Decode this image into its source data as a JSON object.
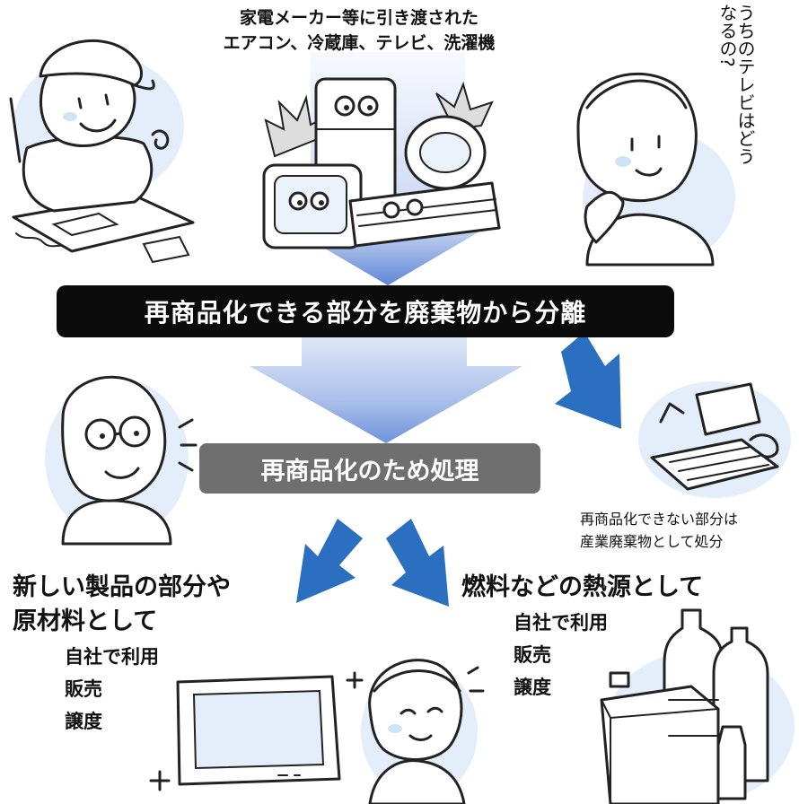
{
  "top_caption": {
    "line1": "家電メーカー等に引き渡された",
    "line2": "エアコン、冷蔵庫、テレビ、洗濯機"
  },
  "speech_bubble": {
    "line1": "うちのテレビは",
    "line2": "どうなるの?"
  },
  "banner_separate": "再商品化できる部分を廃棄物から分離",
  "process_box": "再商品化のため処理",
  "non_recyclable": {
    "line1": "再商品化できない部分は",
    "line2": "産業廃棄物として処分"
  },
  "branch_left": {
    "heading_line1": "新しい製品の部分や",
    "heading_line2": "原材料として",
    "items": [
      "自社で利用",
      "販売",
      "譲度"
    ]
  },
  "branch_right": {
    "heading": "燃料などの熱源として",
    "items": [
      "自社で利用",
      "販売",
      "譲度"
    ]
  },
  "colors": {
    "banner_bg": "#0b0b0b",
    "process_bg": "#6f6f6f",
    "arrow_blue": "#2a6fc0",
    "gradient_light": "#eef2fb",
    "gradient_dark": "#5f86d6",
    "cheek_blue": "#cfe3f7"
  }
}
